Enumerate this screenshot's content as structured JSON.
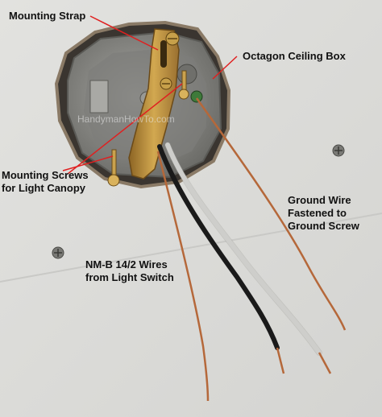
{
  "labels": {
    "mounting_strap": "Mounting Strap",
    "octagon_box": "Octagon Ceiling Box",
    "mounting_screws_line1": "Mounting Screws",
    "mounting_screws_line2": "for Light Canopy",
    "ground_wire_line1": "Ground Wire",
    "ground_wire_line2": "Fastened to",
    "ground_wire_line3": "Ground Screw",
    "nm_wires_line1": "NM-B 14/2 Wires",
    "nm_wires_line2": "from Light Switch"
  },
  "watermark": "HandymanHowTo.com",
  "colors": {
    "ceiling": "#dcdcd9",
    "box_metal": "#8e8e8a",
    "strap_brass": "#b58a35",
    "callout_line": "#e02020",
    "copper_wire": "#b5683a",
    "white_wire": "#e8e8e6",
    "black_wire": "#1a1a1a"
  }
}
